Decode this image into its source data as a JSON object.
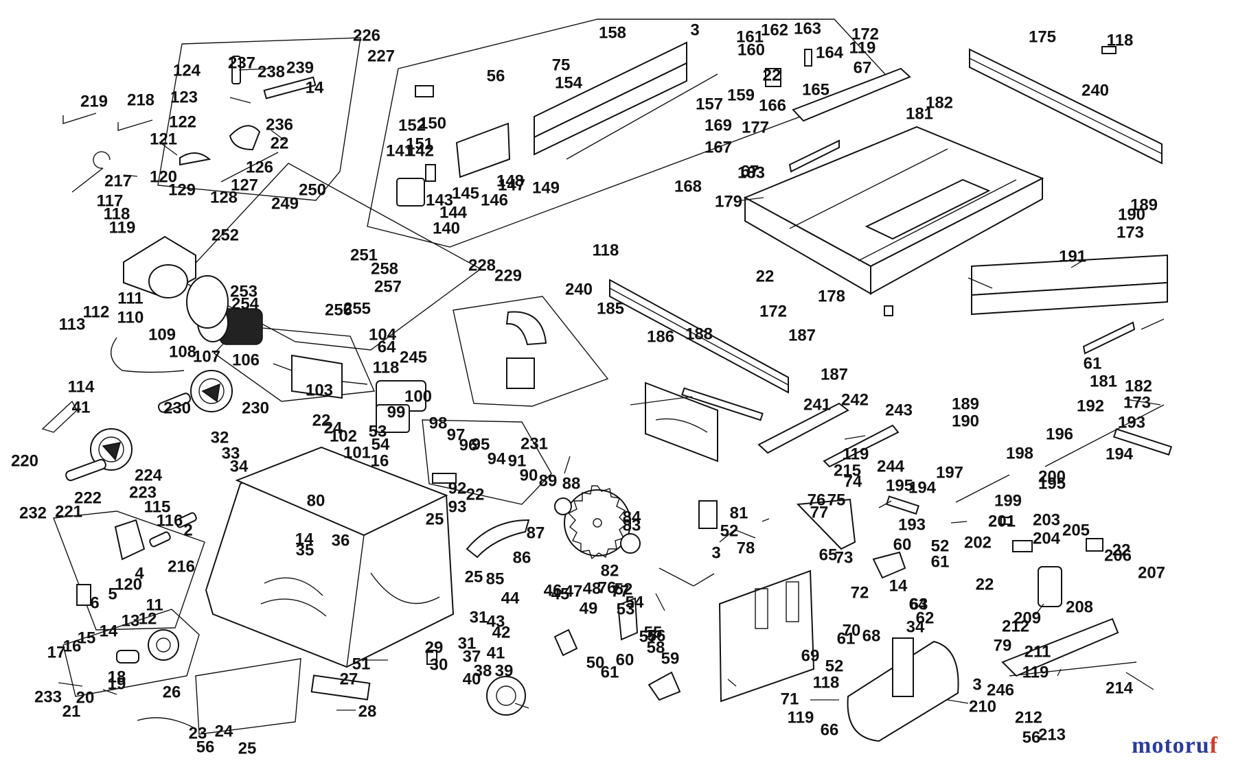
{
  "diagram": {
    "type": "exploded-parts-diagram",
    "labels": [
      "226",
      "227",
      "124",
      "237",
      "238",
      "239",
      "14",
      "123",
      "236",
      "22",
      "122",
      "121",
      "120",
      "129",
      "128",
      "127",
      "126",
      "219",
      "218",
      "217",
      "117",
      "118",
      "119",
      "110",
      "111",
      "112",
      "113",
      "109",
      "108",
      "107",
      "106",
      "103",
      "114",
      "41",
      "220",
      "224",
      "223",
      "222",
      "221",
      "232",
      "115",
      "116",
      "2",
      "216",
      "4",
      "5",
      "6",
      "120",
      "233",
      "11",
      "12",
      "13",
      "14",
      "15",
      "16",
      "17",
      "18",
      "19",
      "20",
      "21",
      "23",
      "24",
      "25",
      "26",
      "56",
      "250",
      "249",
      "252",
      "253",
      "254",
      "251",
      "258",
      "257",
      "255",
      "256",
      "228",
      "229",
      "230",
      "230",
      "104",
      "64",
      "118",
      "245",
      "100",
      "99",
      "22",
      "24",
      "102",
      "101",
      "53",
      "54",
      "16",
      "98",
      "97",
      "96",
      "95",
      "94",
      "91",
      "90",
      "89",
      "88",
      "231",
      "92",
      "93",
      "22",
      "32",
      "33",
      "34",
      "80",
      "14",
      "35",
      "36",
      "25",
      "86",
      "87",
      "84",
      "83",
      "82",
      "76",
      "51",
      "27",
      "28",
      "29",
      "30",
      "31",
      "37",
      "38",
      "39",
      "40",
      "41",
      "42",
      "43",
      "44",
      "45",
      "46",
      "47",
      "48",
      "49",
      "50",
      "77",
      "52",
      "53",
      "54",
      "55",
      "56",
      "57",
      "58",
      "59",
      "60",
      "61",
      "25",
      "85",
      "31",
      "140",
      "141",
      "142",
      "143",
      "144",
      "145",
      "146",
      "147",
      "148",
      "149",
      "150",
      "151",
      "152",
      "56",
      "75",
      "154",
      "157",
      "158",
      "3",
      "159",
      "160",
      "161",
      "162",
      "163",
      "164",
      "165",
      "22",
      "166",
      "167",
      "168",
      "169",
      "67",
      "172",
      "175",
      "118",
      "240",
      "119",
      "67",
      "181",
      "182",
      "183",
      "177",
      "179",
      "22",
      "178",
      "172",
      "187",
      "118",
      "240",
      "185",
      "186",
      "188",
      "187",
      "241",
      "242",
      "243",
      "244",
      "119",
      "215",
      "189",
      "190",
      "173",
      "191",
      "61",
      "181",
      "182",
      "173",
      "190",
      "189",
      "192",
      "193",
      "196",
      "198",
      "194",
      "195",
      "197",
      "200",
      "199",
      "195",
      "194",
      "193",
      "201",
      "203",
      "202",
      "204",
      "205",
      "22",
      "206",
      "207",
      "22",
      "208",
      "209",
      "74",
      "76",
      "75",
      "77",
      "81",
      "52",
      "78",
      "3",
      "60",
      "52",
      "61",
      "73",
      "72",
      "14",
      "63",
      "62",
      "64",
      "68",
      "34",
      "65",
      "71",
      "70",
      "61",
      "52",
      "69",
      "118",
      "119",
      "66",
      "210",
      "79",
      "212",
      "211",
      "119",
      "3",
      "246",
      "214",
      "212",
      "56",
      "213"
    ]
  },
  "watermark": {
    "text_a": "motoru",
    "text_b": "f"
  }
}
